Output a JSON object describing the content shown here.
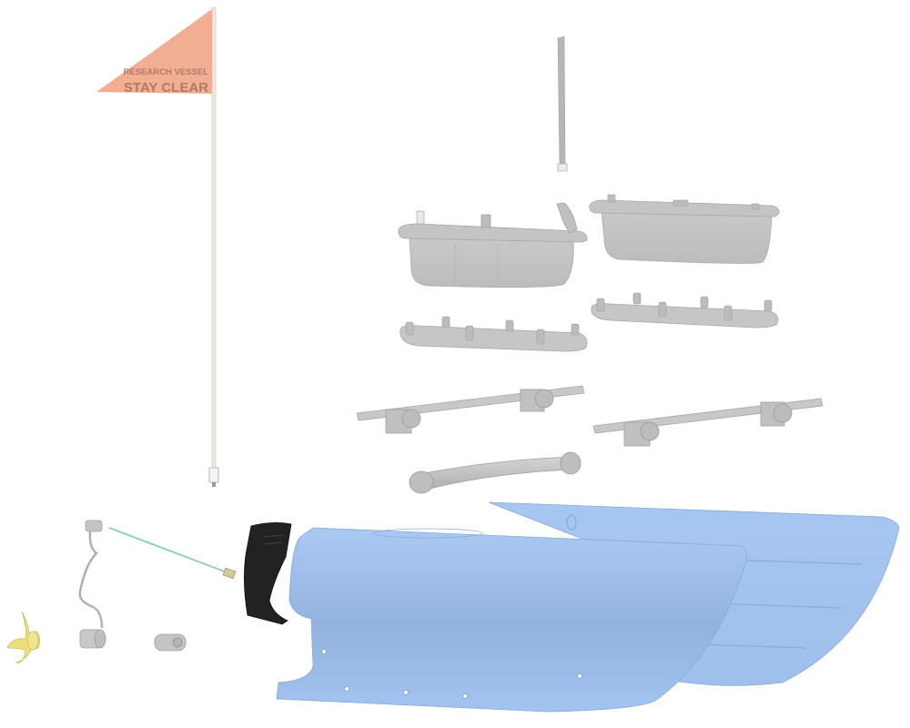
{
  "diagram": {
    "type": "exploded-view",
    "subject": "research vessel / catamaran drone assembly",
    "colors": {
      "background": "#ffffff",
      "flag": "#f1ae92",
      "flag_text": "#b07a68",
      "flag_pole": "#e8e4dc",
      "grey_parts": "#c4c4c4",
      "grey_parts_dark": "#a8a8a8",
      "hull": "#a3c4f0",
      "hull_shadow": "#8fb0dc",
      "rudder": "#222222",
      "propeller": "#ece07a",
      "cable": "#8fd0bf"
    },
    "flag": {
      "line1": "RESEARCH VESSEL",
      "line2": "STAY CLEAR"
    },
    "parts": [
      {
        "id": "flag",
        "label": "Safety flag with pole"
      },
      {
        "id": "antenna",
        "label": "Antenna"
      },
      {
        "id": "electronics-box-left",
        "label": "Electronics enclosure (left)"
      },
      {
        "id": "electronics-box-right",
        "label": "Electronics enclosure (right)"
      },
      {
        "id": "lid-rail-left",
        "label": "Enclosure rail (left)"
      },
      {
        "id": "lid-rail-right",
        "label": "Enclosure rail (right)"
      },
      {
        "id": "crossbar-left",
        "label": "Cross-beam bracket (left)"
      },
      {
        "id": "crossbar-right",
        "label": "Cross-beam bracket (right)"
      },
      {
        "id": "tube-strut",
        "label": "Tube strut"
      },
      {
        "id": "hull-front",
        "label": "Pontoon hull (front)"
      },
      {
        "id": "hull-rear",
        "label": "Pontoon hull (rear)"
      },
      {
        "id": "rudder",
        "label": "Rudder / motor mount"
      },
      {
        "id": "sensor-cable",
        "label": "Sensor probe cable"
      },
      {
        "id": "motor",
        "label": "Thruster motor with cable"
      },
      {
        "id": "coupler",
        "label": "Shaft coupler"
      },
      {
        "id": "propeller",
        "label": "Propeller"
      }
    ]
  }
}
